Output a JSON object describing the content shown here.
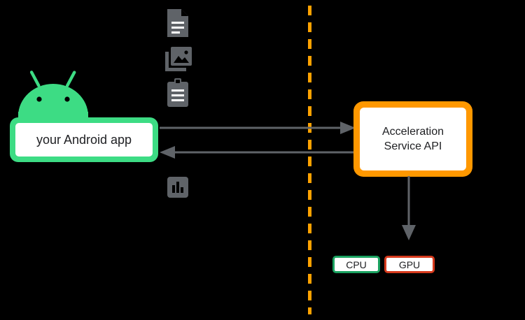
{
  "diagram": {
    "background_color": "#000000",
    "client_side": {
      "logo": {
        "icon_name": "android-robot-icon",
        "color": "#3ddc84"
      },
      "app_box": {
        "label": "your Android app",
        "border_color": "#3ddc84",
        "fill_color": "#ffffff",
        "text_color": "#202124"
      },
      "assets": [
        {
          "icon_name": "document-icon",
          "color": "#5f6368"
        },
        {
          "icon_name": "image-stack-icon",
          "color": "#5f6368"
        },
        {
          "icon_name": "clipboard-icon",
          "color": "#5f6368"
        },
        {
          "icon_name": "bar-chart-icon",
          "color": "#5f6368"
        }
      ]
    },
    "boundary": {
      "style": "dashed-vertical",
      "color": "#ffa200"
    },
    "service_side": {
      "api_box": {
        "line1": "Acceleration",
        "line2": "Service API",
        "border_color": "#ff9800",
        "fill_color": "#ffffff",
        "text_color": "#202124"
      },
      "processors": [
        {
          "label": "CPU",
          "border_color": "#1aa260"
        },
        {
          "label": "GPU",
          "border_color": "#d73a1d"
        }
      ]
    },
    "connectors": [
      {
        "name": "request-arrow",
        "direction": "right",
        "color": "#5f6368"
      },
      {
        "name": "response-arrow",
        "direction": "left",
        "color": "#5f6368"
      },
      {
        "name": "dispatch-arrow",
        "direction": "down",
        "color": "#5f6368"
      }
    ]
  }
}
